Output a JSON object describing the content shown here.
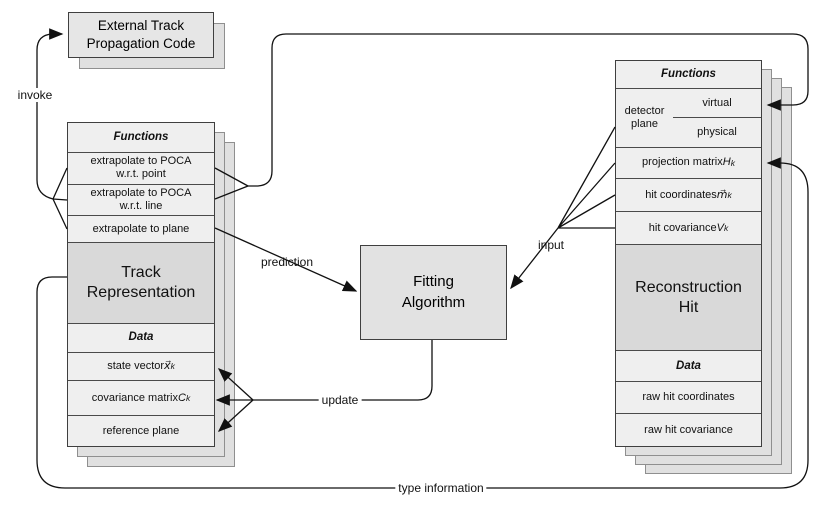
{
  "labels": {
    "invoke": "invoke",
    "prediction": "prediction",
    "update": "update",
    "input": "input",
    "type_information": "type information"
  },
  "external_box": {
    "line1": "External Track",
    "line2": "Propagation Code"
  },
  "fitting_algorithm": {
    "title": "Fitting Algorithm"
  },
  "track_representation": {
    "functions_header": "Functions",
    "functions": [
      {
        "line1": "extrapolate to POCA",
        "line2": "w.r.t. point"
      },
      {
        "line1": "extrapolate to POCA",
        "line2": "w.r.t. line"
      },
      {
        "line1": "extrapolate to plane",
        "line2": ""
      }
    ],
    "title": "Track Representation",
    "data_header": "Data",
    "data": [
      {
        "text": "state vector ",
        "var": "x⃗",
        "sub": "k"
      },
      {
        "text": "covariance matrix ",
        "var": "C",
        "sub": "k"
      },
      {
        "text": "reference plane",
        "var": "",
        "sub": ""
      }
    ]
  },
  "reconstruction_hit": {
    "functions_header": "Functions",
    "detector_plane": {
      "label_line1": "detector",
      "label_line2": "plane",
      "option_virtual": "virtual",
      "option_physical": "physical"
    },
    "functions": [
      {
        "text": "projection matrix ",
        "var": "H",
        "sub": "k"
      },
      {
        "text": "hit coordinates ",
        "var": "m⃗",
        "sub": "k"
      },
      {
        "text": "hit covariance ",
        "var": "V",
        "sub": "k"
      }
    ],
    "title": "Reconstruction Hit",
    "data_header": "Data",
    "data": [
      {
        "text": "raw hit coordinates"
      },
      {
        "text": "raw hit covariance"
      }
    ]
  }
}
